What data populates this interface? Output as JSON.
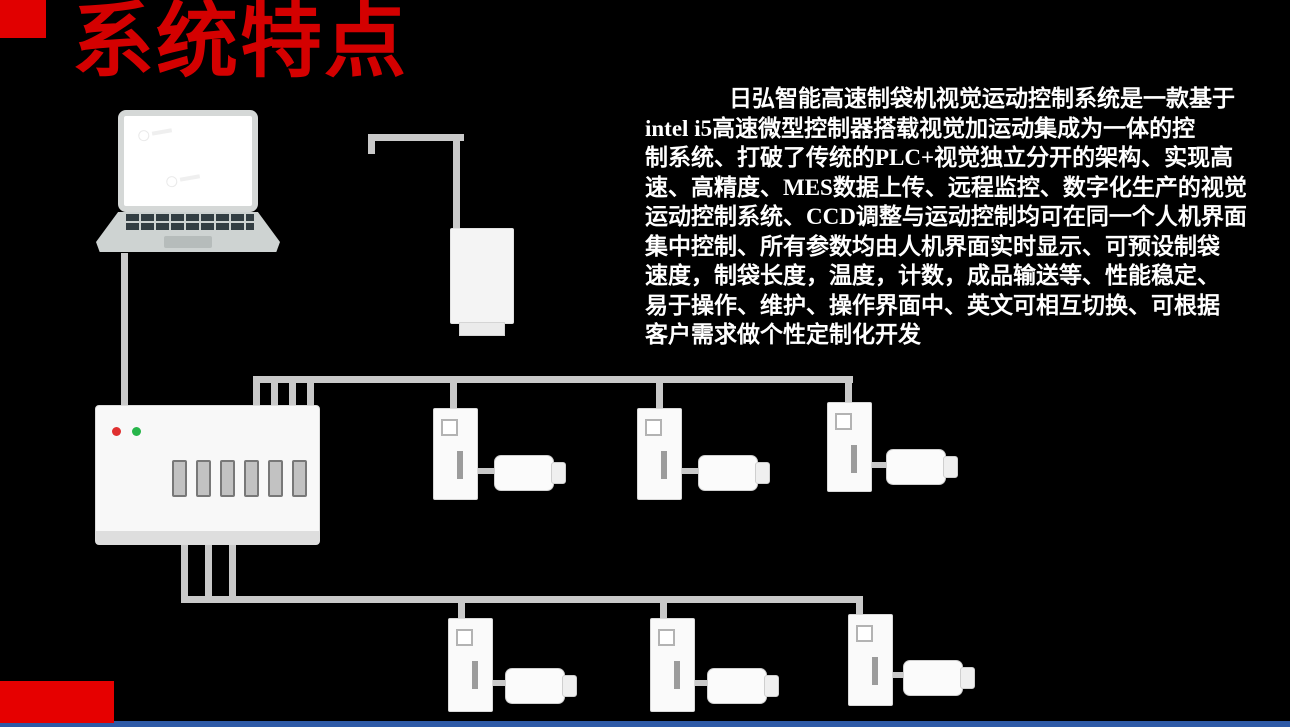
{
  "slide": {
    "title": "系统特点"
  },
  "description": {
    "lines": [
      "日弘智能高速制袋机视觉运动控制系统是一款基于",
      "intel i5高速微型控制器搭载视觉加运动集成为一体的控",
      "制系统、打破了传统的PLC+视觉独立分开的架构、实现高",
      "速、高精度、MES数据上传、远程监控、数字化生产的视觉",
      "运动控制系统、CCD调整与运动控制均可在同一个人机界面",
      "集中控制、所有参数均由人机界面实时显示、可预设制袋",
      "速度，制袋长度，温度，计数，成品输送等、性能稳定、",
      "易于操作、维护、操作界面中、英文可相互切换、可根据",
      "客户需求做个性定制化开发"
    ]
  },
  "colors": {
    "background": "#000000",
    "title_red": "#d40000",
    "accent_red": "#e10000",
    "footer_red": "#e60000",
    "footer_blue": "#2e5aa7",
    "cable_gray": "#c9c9c9",
    "led_red": "#e03030",
    "led_green": "#27b54a",
    "text_white": "#ffffff"
  },
  "diagram": {
    "laptop": "laptop-computer",
    "camera": "ccd-camera",
    "controller": {
      "name": "motion-controller",
      "leds": [
        "red",
        "green"
      ],
      "port_count": 6
    },
    "driver_motor_pairs": 6
  }
}
